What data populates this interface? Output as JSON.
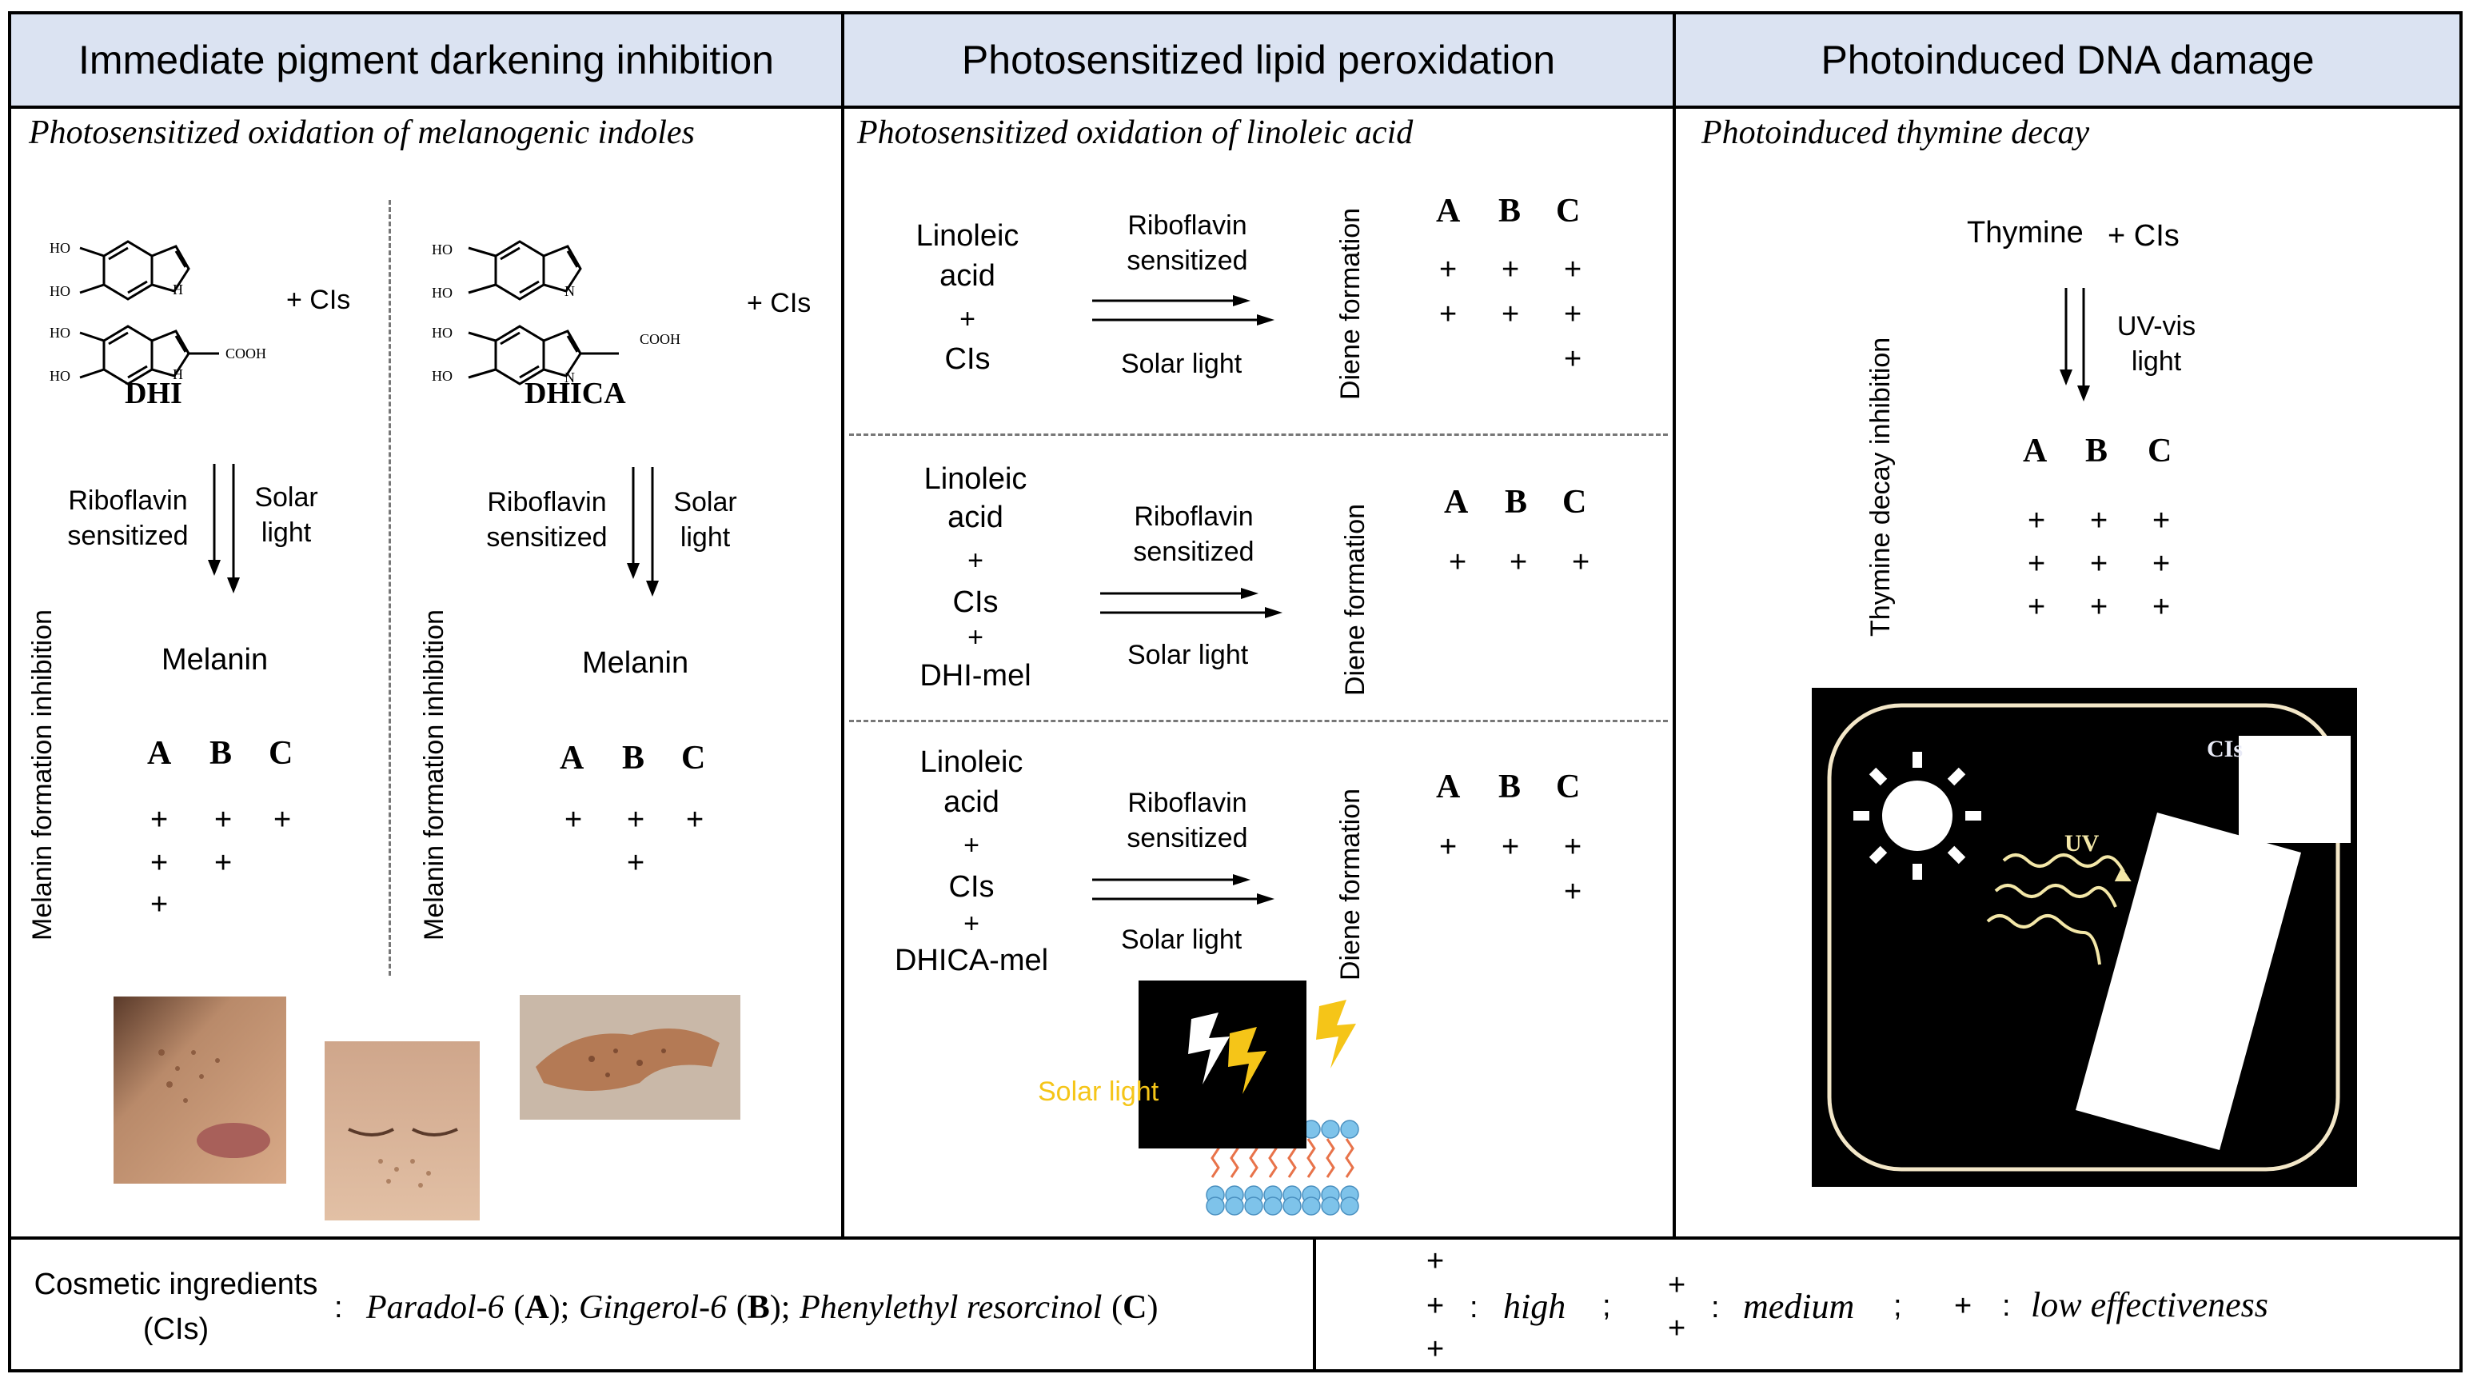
{
  "headers": {
    "panel1": "Immediate pigment darkening inhibition",
    "panel2": "Photosensitized lipid peroxidation",
    "panel3": "Photoinduced DNA damage"
  },
  "panel1": {
    "subtitle": "Photosensitized oxidation of melanogenic indoles",
    "left": {
      "oh1": "HO",
      "oh2": "HO",
      "oh3": "HO",
      "oh4": "HO",
      "nh1": "H",
      "nh2": "H",
      "cooh": "COOH",
      "plus_cis": "+ CIs",
      "compound": "DHI",
      "arrow_left": "Riboflavin sensitized",
      "arrow_right": "Solar light",
      "product": "Melanin",
      "axis_label": "Melanin formation inhibition",
      "abc": [
        "A",
        "B",
        "C"
      ]
    },
    "right": {
      "oh1": "HO",
      "oh2": "HO",
      "oh3": "HO",
      "oh4": "HO",
      "nh1": "N",
      "nh2": "N",
      "cooh": "COOH",
      "plus_cis": "+ CIs",
      "compound": "DHICA",
      "arrow_left": "Riboflavin sensitized",
      "arrow_right": "Solar light",
      "product": "Melanin",
      "axis_label": "Melanin formation inhibition",
      "abc": [
        "A",
        "B",
        "C"
      ]
    }
  },
  "panel2": {
    "subtitle": "Photosensitized oxidation of linoleic acid",
    "rows": [
      {
        "reactants": [
          "Linoleic",
          "acid",
          "+",
          "CIs"
        ],
        "arrow_top": "Riboflavin sensitized",
        "arrow_bottom": "Solar light",
        "axis_label": "Diene formation",
        "abc": [
          "A",
          "B",
          "C"
        ]
      },
      {
        "reactants": [
          "Linoleic",
          "acid",
          "+",
          "CIs",
          "+",
          "DHI-mel"
        ],
        "arrow_top": "Riboflavin sensitized",
        "arrow_bottom": "Solar light",
        "axis_label": "Diene formation",
        "abc": [
          "A",
          "B",
          "C"
        ]
      },
      {
        "reactants": [
          "Linoleic",
          "acid",
          "+",
          "CIs",
          "+",
          "DHICA-mel"
        ],
        "arrow_top": "Riboflavin sensitized",
        "arrow_bottom": "Solar light",
        "axis_label": "Diene formation",
        "abc": [
          "A",
          "B",
          "C"
        ]
      }
    ],
    "solar_label": "Solar light"
  },
  "panel3": {
    "subtitle": "Photoinduced thymine decay",
    "reactant": "Thymine",
    "plus_cis": "+ CIs",
    "arrow_label": "UV-vis light",
    "axis_label": "Thymine decay inhibition",
    "abc": [
      "A",
      "B",
      "C"
    ],
    "illus_uv": "UV",
    "illus_cis": "CIs"
  },
  "footer": {
    "ingredients_label": "Cosmetic ingredients (CIs)",
    "colon": ":",
    "a_name": "Paradol-6",
    "a_key": "A",
    "b_name": "Gingerol-6",
    "b_key": "B",
    "c_name": "Phenylethyl resorcinol",
    "c_key": "C",
    "sep": ";",
    "plus": "+",
    "high": "high",
    "medium": "medium",
    "low": "low effectiveness"
  },
  "colors": {
    "header_bg": "#dbe3f2",
    "solar_yellow": "#f5c518",
    "membrane_head": "#7ec3ea",
    "membrane_tail": "#e8734a",
    "uv_wave": "#f3e7a8",
    "card_border": "#f3e7c8"
  }
}
